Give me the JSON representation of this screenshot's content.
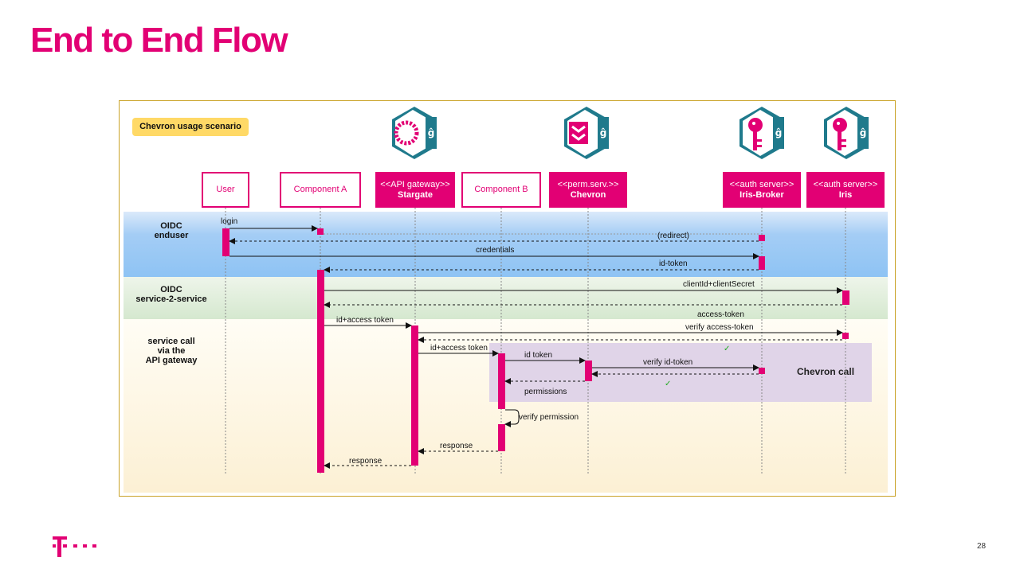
{
  "title": "End to End Flow",
  "page_number": "28",
  "diagram": {
    "scenario_label": "Chevron usage scenario",
    "participants": [
      {
        "stereotype": "",
        "name": "User"
      },
      {
        "stereotype": "",
        "name": "Component A"
      },
      {
        "stereotype": "<<API gateway>>",
        "name": "Stargate"
      },
      {
        "stereotype": "",
        "name": "Component B"
      },
      {
        "stereotype": "<<perm.serv.>>",
        "name": "Chevron"
      },
      {
        "stereotype": "<<auth server>>",
        "name": "Iris-Broker"
      },
      {
        "stereotype": "<<auth server>>",
        "name": "Iris"
      }
    ],
    "bands": [
      {
        "line1": "OIDC",
        "line2": "enduser",
        "line3": ""
      },
      {
        "line1": "OIDC",
        "line2": "service-2-service",
        "line3": ""
      },
      {
        "line1": "service call",
        "line2": "via the",
        "line3": "API gateway"
      }
    ],
    "chevron_call_label": "Chevron call",
    "messages": [
      {
        "label": "login"
      },
      {
        "label": "(redirect)"
      },
      {
        "label": "credentials"
      },
      {
        "label": "id-token"
      },
      {
        "label": "clientId+clientSecret"
      },
      {
        "label": "access-token"
      },
      {
        "label": "id+access token"
      },
      {
        "label": "verify access-token"
      },
      {
        "label": "id+access token"
      },
      {
        "label": "id token"
      },
      {
        "label": "verify id-token"
      },
      {
        "label": "permissions"
      },
      {
        "label": "verify permission"
      },
      {
        "label": "response"
      },
      {
        "label": "response"
      }
    ],
    "checkmark": "✓",
    "icons": [
      "stargate-icon",
      "chevron-icon",
      "key-icon",
      "key-icon"
    ],
    "colors": {
      "magenta": "#e20074",
      "teal": "#1f7a8c",
      "scenario_tag": "#ffd966",
      "chevron_box": "#e0d4e8",
      "frame_border": "#c9a227"
    }
  }
}
